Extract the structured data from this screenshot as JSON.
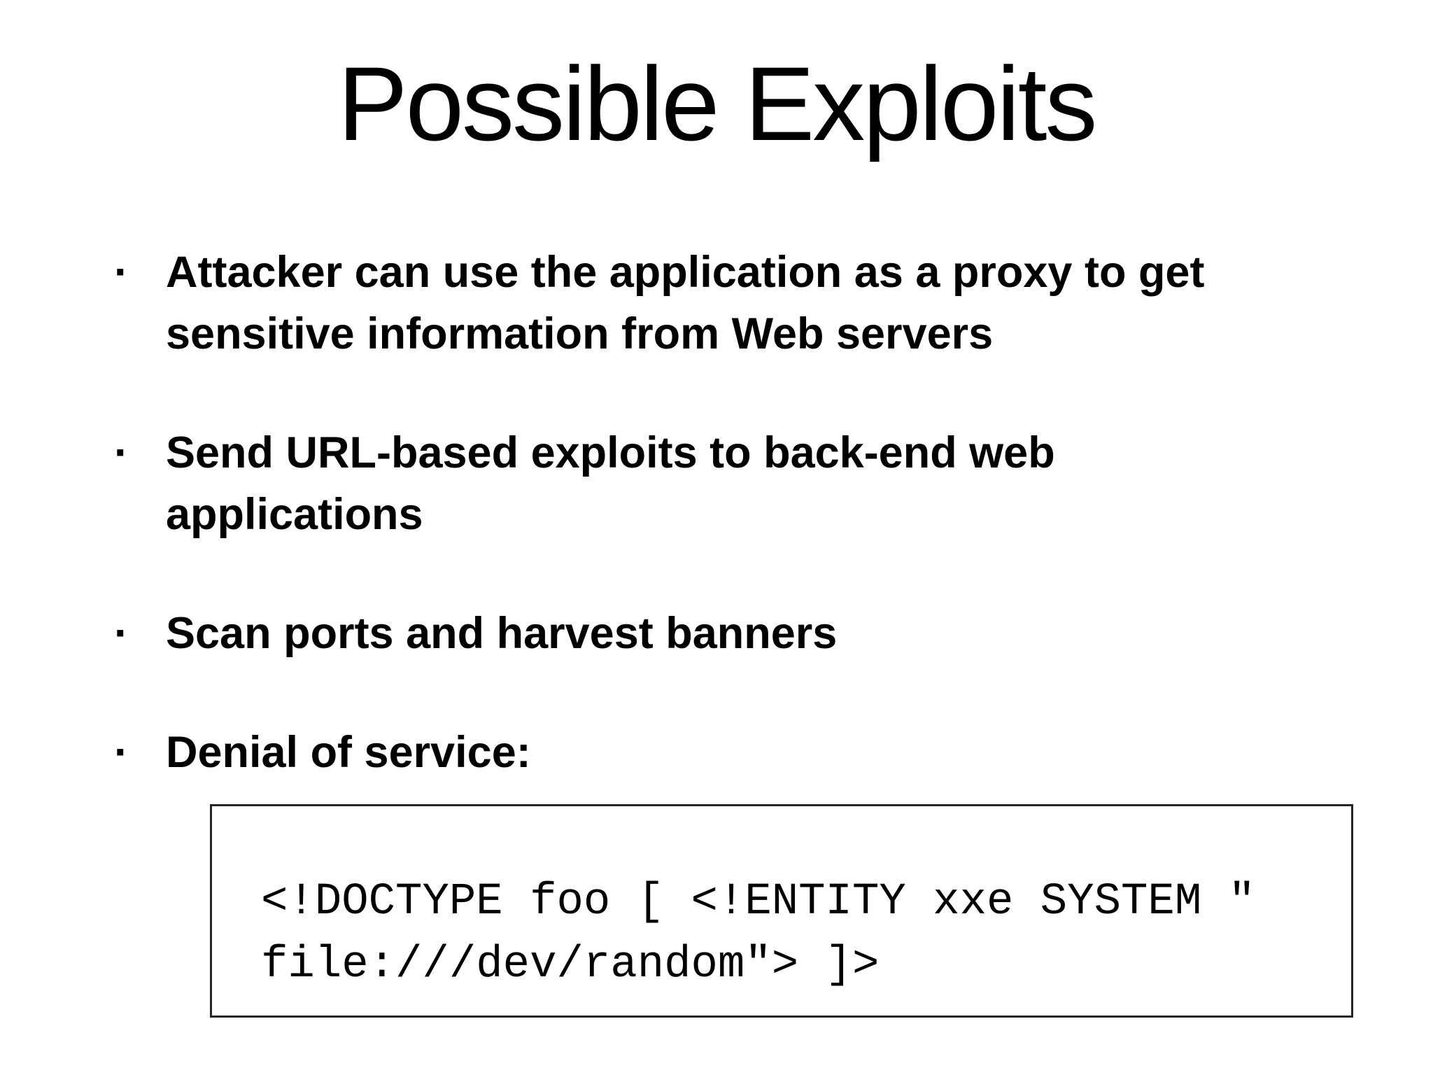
{
  "slide": {
    "title": "Possible Exploits",
    "bullet_marker": "·",
    "bullets": [
      {
        "text": "Attacker can use the application as a proxy to get sensitive information from Web servers"
      },
      {
        "text": "Send URL-based exploits to back-end web applications"
      },
      {
        "text": "Scan ports and harvest banners"
      },
      {
        "text": "Denial of service:"
      }
    ],
    "code_box": {
      "lines": [
        "<!DOCTYPE foo [ <!ENTITY xxe SYSTEM \"",
        "file:///dev/random\"> ]>"
      ]
    },
    "colors": {
      "background": "#ffffff",
      "text": "#000000",
      "code_border": "#262626"
    }
  }
}
